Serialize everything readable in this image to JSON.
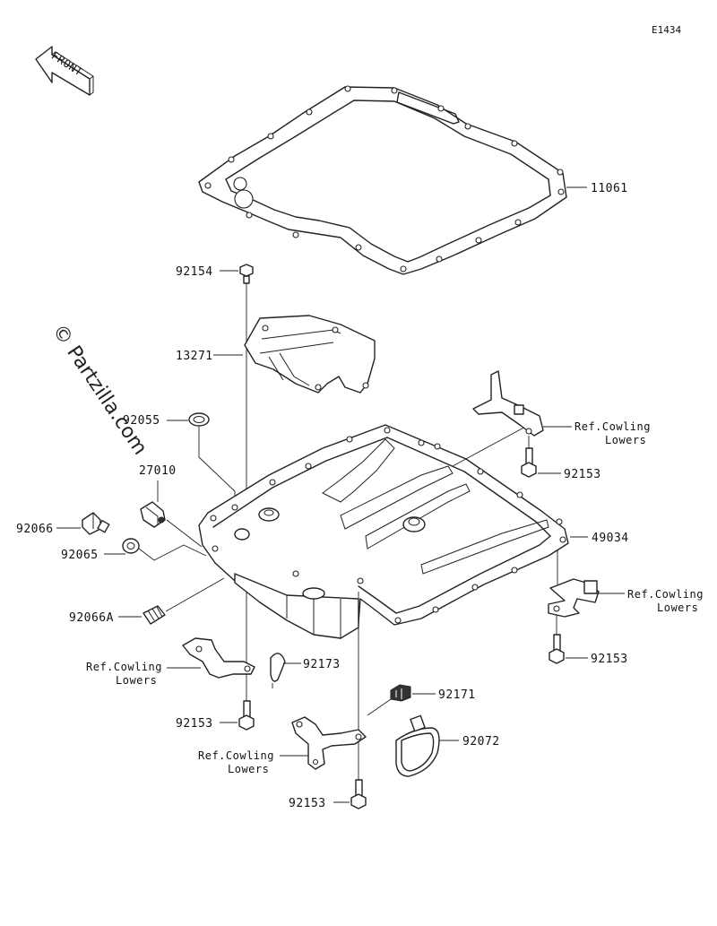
{
  "diagram_code": "E1434",
  "front_label": "FRONT",
  "watermark": "© Partzilla.com",
  "parts": {
    "p11061": "11061",
    "p92154": "92154",
    "p13271": "13271",
    "p92055": "92055",
    "p27010": "27010",
    "p92066": "92066",
    "p92065": "92065",
    "p92066A": "92066A",
    "p49034": "49034",
    "p92153_a": "92153",
    "p92153_b": "92153",
    "p92153_c": "92153",
    "p92153_d": "92153",
    "p92173": "92173",
    "p92171": "92171",
    "p92072": "92072"
  },
  "refs": {
    "r1_line1": "Ref.Cowling",
    "r1_line2": "Lowers",
    "r2_line1": "Ref.Cowling",
    "r2_line2": "Lowers",
    "r3_line1": "Ref.Cowling",
    "r3_line2": "Lowers",
    "r4_line1": "Ref.Cowling",
    "r4_line2": "Lowers"
  }
}
